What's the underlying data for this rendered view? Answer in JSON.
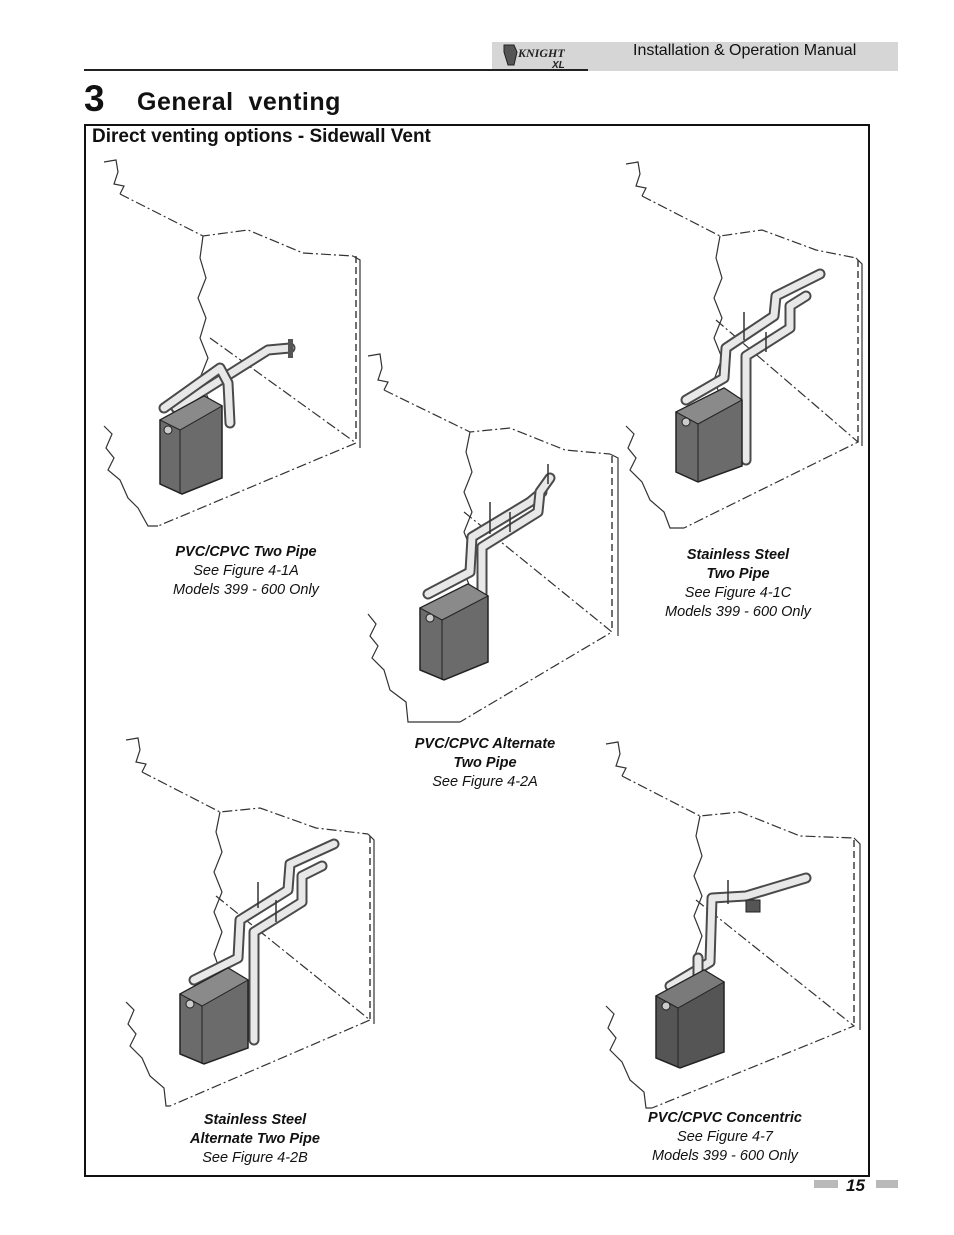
{
  "header": {
    "manual_title": "Installation & Operation Manual",
    "logo": {
      "text": "KNIGHT",
      "sub": "XL",
      "icon": "knight-xl-logo"
    }
  },
  "chapter": {
    "number": "3",
    "title": "General  venting"
  },
  "section": {
    "heading": "Direct venting options - Sidewall Vent"
  },
  "figures": [
    {
      "title": "PVC/CPVC Two Pipe",
      "lines": [
        "See Figure 4-1A",
        "Models 399 - 600 Only"
      ]
    },
    {
      "title": "PVC/CPVC Alternate Two Pipe",
      "title_lines": [
        "PVC/CPVC Alternate",
        "Two Pipe"
      ],
      "lines": [
        "See Figure 4-2A"
      ]
    },
    {
      "title": "Stainless Steel Two Pipe",
      "title_lines": [
        "Stainless Steel",
        "Two Pipe"
      ],
      "lines": [
        "See Figure 4-1C",
        "Models 399 - 600 Only"
      ]
    },
    {
      "title": "Stainless Steel Alternate Two Pipe",
      "title_lines": [
        "Stainless Steel",
        "Alternate Two Pipe"
      ],
      "lines": [
        "See Figure 4-2B"
      ]
    },
    {
      "title": "PVC/CPVC Concentric",
      "lines": [
        "See Figure 4-7",
        "Models 399 - 600 Only"
      ]
    }
  ],
  "footer": {
    "page_number": "15"
  },
  "colors": {
    "header_band": "#d6d6d6",
    "boiler": "#6b6b6b",
    "footer_bar": "#b9b9b9"
  }
}
